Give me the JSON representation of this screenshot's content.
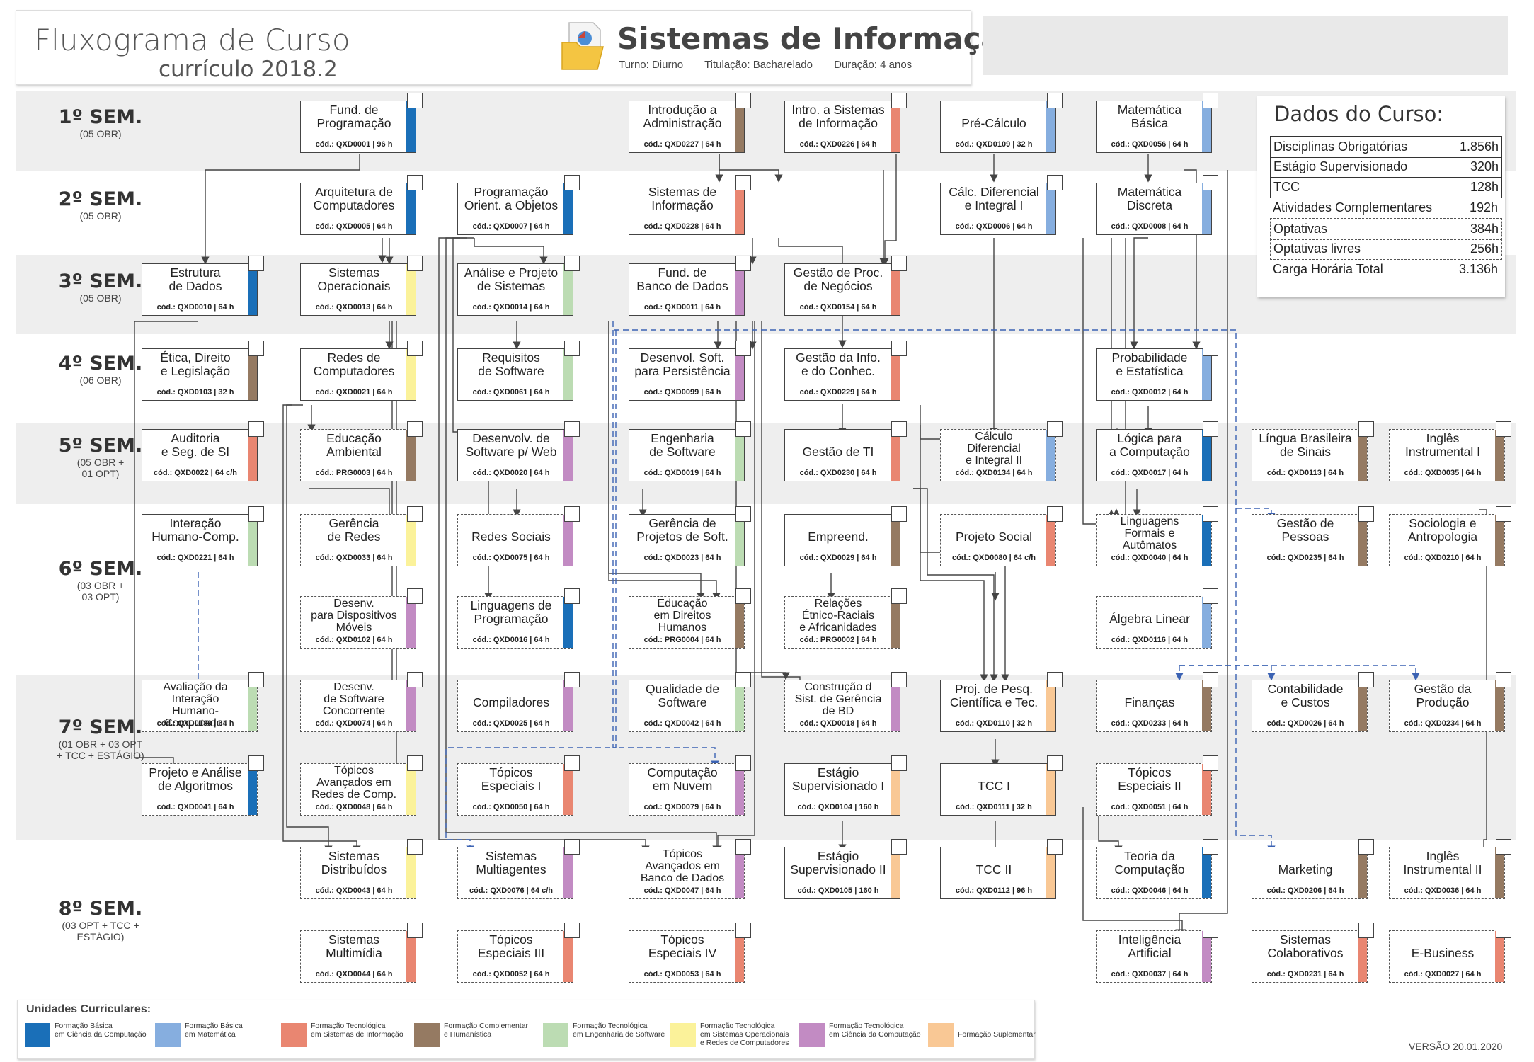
{
  "header": {
    "fluxograma": "Fluxograma de Curso",
    "curriculo": "currículo 2018.2",
    "course": "Sistemas de Informação",
    "turno": "Turno: Diurno",
    "titulacao": "Titulação: Bacharelado",
    "duracao": "Duração: 4 anos"
  },
  "colors": {
    "basica_cc": "#1a6fb8",
    "basica_mat": "#86aedf",
    "tec_si": "#e98671",
    "complementar": "#957a62",
    "tec_es": "#bcdcb3",
    "tec_so": "#fbf29a",
    "tec_cc": "#c28bc3",
    "suplementar": "#f9c895",
    "band": "#eeeeee"
  },
  "semesters": [
    {
      "name": "1º SEM.",
      "info": "(05 OBR)"
    },
    {
      "name": "2º SEM.",
      "info": "(05 OBR)"
    },
    {
      "name": "3º SEM.",
      "info": "(05 OBR)"
    },
    {
      "name": "4º SEM.",
      "info": "(06 OBR)"
    },
    {
      "name": "5º SEM.",
      "info": "(05 OBR +\n01 OPT)"
    },
    {
      "name": "6º SEM.",
      "info": "(03 OBR +\n03 OPT)"
    },
    {
      "name": "7º SEM.",
      "info": "(01 OBR + 03 OPT\n+ TCC + ESTÁGIO)"
    },
    {
      "name": "8º SEM.",
      "info": "(03 OPT + TCC +\nESTÁGIO)"
    }
  ],
  "courses": [
    {
      "id": "c1",
      "name": "Fund. de\nProgramação",
      "code": "cód.: QXD0001 | 96 h",
      "cat": "basica_cc",
      "opt": false
    },
    {
      "id": "c2",
      "name": "Introdução a\nAdministração",
      "code": "cód.: QXD0227 | 64 h",
      "cat": "complementar",
      "opt": false
    },
    {
      "id": "c3",
      "name": "Intro. a Sistemas\nde Informação",
      "code": "cód.: QXD0226 | 64 h",
      "cat": "tec_si",
      "opt": false
    },
    {
      "id": "c4",
      "name": "Pré-Cálculo",
      "code": "cód.: QXD0109 | 32 h",
      "cat": "basica_mat",
      "opt": false
    },
    {
      "id": "c5",
      "name": "Matemática\nBásica",
      "code": "cód.: QXD0056 | 64 h",
      "cat": "basica_mat",
      "opt": false
    },
    {
      "id": "c6",
      "name": "Arquitetura de\nComputadores",
      "code": "cód.: QXD0005 | 64 h",
      "cat": "basica_cc",
      "opt": false
    },
    {
      "id": "c7",
      "name": "Programação\nOrient. a Objetos",
      "code": "cód.: QXD0007 | 64 h",
      "cat": "basica_cc",
      "opt": false
    },
    {
      "id": "c8",
      "name": "Sistemas de\nInformação",
      "code": "cód.: QXD0228 | 64 h",
      "cat": "tec_si",
      "opt": false
    },
    {
      "id": "c9",
      "name": "Cálc. Diferencial\ne Integral I",
      "code": "cód.: QXD0006 | 64 h",
      "cat": "basica_mat",
      "opt": false
    },
    {
      "id": "c10",
      "name": "Matemática\nDiscreta",
      "code": "cód.: QXD0008 | 64 h",
      "cat": "basica_mat",
      "opt": false
    },
    {
      "id": "c11",
      "name": "Estrutura\nde Dados",
      "code": "cód.: QXD0010 | 64 h",
      "cat": "basica_cc",
      "opt": false
    },
    {
      "id": "c12",
      "name": "Sistemas\nOperacionais",
      "code": "cód.: QXD0013 | 64 h",
      "cat": "tec_so",
      "opt": false
    },
    {
      "id": "c13",
      "name": "Análise e Projeto\nde Sistemas",
      "code": "cód.: QXD0014 | 64 h",
      "cat": "tec_es",
      "opt": false
    },
    {
      "id": "c14",
      "name": "Fund. de\nBanco de Dados",
      "code": "cód.: QXD0011 | 64 h",
      "cat": "tec_cc",
      "opt": false
    },
    {
      "id": "c15",
      "name": "Gestão de Proc.\nde Negócios",
      "code": "cód.: QXD0154 | 64 h",
      "cat": "tec_si",
      "opt": false
    },
    {
      "id": "c16",
      "name": "Ética, Direito\ne Legislação",
      "code": "cód.: QXD0103 | 32 h",
      "cat": "complementar",
      "opt": false
    },
    {
      "id": "c17",
      "name": "Redes de\nComputadores",
      "code": "cód.: QXD0021 | 64 h",
      "cat": "tec_so",
      "opt": false
    },
    {
      "id": "c18",
      "name": "Requisitos\nde Software",
      "code": "cód.: QXD0061 | 64 h",
      "cat": "tec_es",
      "opt": false
    },
    {
      "id": "c19",
      "name": "Desenvol. Soft.\npara Persistência",
      "code": "cód.: QXD0099 | 64 h",
      "cat": "tec_cc",
      "opt": false
    },
    {
      "id": "c20",
      "name": "Gestão da Info.\ne do Conhec.",
      "code": "cód.: QXD0229 | 64 h",
      "cat": "tec_si",
      "opt": false
    },
    {
      "id": "c21",
      "name": "Probabilidade\ne Estatística",
      "code": "cód.: QXD0012 | 64 h",
      "cat": "basica_mat",
      "opt": false
    },
    {
      "id": "c22",
      "name": "Auditoria\ne Seg. de SI",
      "code": "cód.: QXD0022 | 64 c/h",
      "cat": "tec_si",
      "opt": false
    },
    {
      "id": "c23",
      "name": "Educação\nAmbiental",
      "code": "cód.: PRG0003 | 64 h",
      "cat": "complementar",
      "opt": true
    },
    {
      "id": "c24",
      "name": "Desenvolv. de\nSoftware p/ Web",
      "code": "cód.: QXD0020 | 64 h",
      "cat": "tec_cc",
      "opt": false
    },
    {
      "id": "c25",
      "name": "Engenharia\nde Software",
      "code": "cód.: QXD0019 | 64 h",
      "cat": "tec_es",
      "opt": false
    },
    {
      "id": "c26",
      "name": "Gestão de TI",
      "code": "cód.: QXD0230 | 64 h",
      "cat": "tec_si",
      "opt": false
    },
    {
      "id": "c27",
      "name": "Cálculo\nDiferencial\ne Integral II",
      "code": "cód.: QXD0134 | 64 h",
      "cat": "basica_mat",
      "opt": true
    },
    {
      "id": "c28",
      "name": "Lógica para\na Computação",
      "code": "cód.: QXD0017 | 64 h",
      "cat": "basica_cc",
      "opt": false
    },
    {
      "id": "c29",
      "name": "Língua Brasileira\nde Sinais",
      "code": "cód.: QXD0113 | 64 h",
      "cat": "complementar",
      "opt": true
    },
    {
      "id": "c30",
      "name": "Inglês\nInstrumental I",
      "code": "cód.: QXD0035 | 64 h",
      "cat": "complementar",
      "opt": true
    },
    {
      "id": "c31",
      "name": "Interação\nHumano-Comp.",
      "code": "cód.: QXD0221 | 64 h",
      "cat": "tec_es",
      "opt": false
    },
    {
      "id": "c32",
      "name": "Gerência\nde Redes",
      "code": "cód.: QXD0033 | 64 h",
      "cat": "tec_so",
      "opt": true
    },
    {
      "id": "c33",
      "name": "Redes Sociais",
      "code": "cód.: QXD0075 | 64 h",
      "cat": "tec_cc",
      "opt": true
    },
    {
      "id": "c34",
      "name": "Gerência de\nProjetos de Soft.",
      "code": "cód.: QXD0023 | 64 h",
      "cat": "tec_es",
      "opt": false
    },
    {
      "id": "c35",
      "name": "Empreend.",
      "code": "cód.: QXD0029 | 64 h",
      "cat": "complementar",
      "opt": false
    },
    {
      "id": "c36",
      "name": "Projeto Social",
      "code": "cód.: QXD0080 | 64 c/h",
      "cat": "tec_si",
      "opt": true
    },
    {
      "id": "c37",
      "name": "Linguagens\nFormais e\nAutômatos",
      "code": "cód.: QXD0040 | 64 h",
      "cat": "basica_cc",
      "opt": true
    },
    {
      "id": "c38",
      "name": "Gestão de\nPessoas",
      "code": "cód.: QXD0235 | 64 h",
      "cat": "complementar",
      "opt": true
    },
    {
      "id": "c39",
      "name": "Sociologia e\nAntropologia",
      "code": "cód.: QXD0210 | 64 h",
      "cat": "complementar",
      "opt": true
    },
    {
      "id": "c40",
      "name": "Desenv.\npara Dispositivos\nMóveis",
      "code": "cód.: QXD0102 | 64 h",
      "cat": "tec_cc",
      "opt": true
    },
    {
      "id": "c41",
      "name": "Linguagens de\nProgramação",
      "code": "cód.: QXD0016 | 64 h",
      "cat": "basica_cc",
      "opt": true
    },
    {
      "id": "c42",
      "name": "Educação\nem Direitos\nHumanos",
      "code": "cód.: PRG0004 | 64 h",
      "cat": "complementar",
      "opt": true
    },
    {
      "id": "c43",
      "name": "Relações\nÉtnico-Raciais\ne Africanidades",
      "code": "cód.: PRG0002 | 64 h",
      "cat": "complementar",
      "opt": true
    },
    {
      "id": "c44",
      "name": "Álgebra Linear",
      "code": "cód.: QXD0116 | 64 h",
      "cat": "basica_mat",
      "opt": true
    },
    {
      "id": "c45",
      "name": "Avaliação da\nInteração\nHumano-Computador",
      "code": "cód.: QXD0189 | 64 h",
      "cat": "tec_es",
      "opt": true
    },
    {
      "id": "c46",
      "name": "Desenv.\nde Software\nConcorrente",
      "code": "cód.: QXD0074 | 64 h",
      "cat": "tec_cc",
      "opt": true
    },
    {
      "id": "c47",
      "name": "Compiladores",
      "code": "cód.: QXD0025 | 64 h",
      "cat": "tec_cc",
      "opt": true
    },
    {
      "id": "c48",
      "name": "Qualidade de\nSoftware",
      "code": "cód.: QXD0042 | 64 h",
      "cat": "tec_es",
      "opt": true
    },
    {
      "id": "c49",
      "name": "Construção d\nSist. de Gerência\nde BD",
      "code": "cód.: QXD0018 | 64 h",
      "cat": "tec_cc",
      "opt": true
    },
    {
      "id": "c50",
      "name": "Proj. de Pesq.\nCientífica e Tec.",
      "code": "cód.: QXD0110 | 32 h",
      "cat": "suplementar",
      "opt": false
    },
    {
      "id": "c51",
      "name": "Finanças",
      "code": "cód.: QXD0233 | 64 h",
      "cat": "complementar",
      "opt": true
    },
    {
      "id": "c52",
      "name": "Contabilidade\ne Custos",
      "code": "cód.: QXD0026 | 64 h",
      "cat": "complementar",
      "opt": true
    },
    {
      "id": "c53",
      "name": "Gestão da\nProdução",
      "code": "cód.: QXD0234 | 64 h",
      "cat": "complementar",
      "opt": true
    },
    {
      "id": "c54",
      "name": "Projeto e Análise\nde Algoritmos",
      "code": "cód.: QXD0041 | 64 h",
      "cat": "basica_cc",
      "opt": true
    },
    {
      "id": "c55",
      "name": "Tópicos\nAvançados em\nRedes de Comp.",
      "code": "cód.: QXD0048 | 64 h",
      "cat": "tec_so",
      "opt": true
    },
    {
      "id": "c56",
      "name": "Tópicos\nEspeciais I",
      "code": "cód.: QXD0050 | 64 h",
      "cat": "tec_si",
      "opt": true
    },
    {
      "id": "c57",
      "name": "Computação\nem Nuvem",
      "code": "cód.: QXD0079 | 64 h",
      "cat": "tec_cc",
      "opt": true
    },
    {
      "id": "c58",
      "name": "Estágio\nSupervisionado I",
      "code": "cód.: QXD0104 | 160 h",
      "cat": "suplementar",
      "opt": false
    },
    {
      "id": "c59",
      "name": "TCC I",
      "code": "cód.: QXD0111 | 32 h",
      "cat": "suplementar",
      "opt": false
    },
    {
      "id": "c60",
      "name": "Tópicos\nEspeciais II",
      "code": "cód.: QXD0051 | 64 h",
      "cat": "tec_si",
      "opt": true
    },
    {
      "id": "c61",
      "name": "Sistemas\nDistribuídos",
      "code": "cód.: QXD0043 | 64 h",
      "cat": "tec_so",
      "opt": true
    },
    {
      "id": "c62",
      "name": "Sistemas\nMultiagentes",
      "code": "cód.: QXD0076 | 64 c/h",
      "cat": "tec_cc",
      "opt": true
    },
    {
      "id": "c63",
      "name": "Tópicos\nAvançados em\nBanco de Dados",
      "code": "cód.: QXD0047 | 64 h",
      "cat": "tec_cc",
      "opt": true
    },
    {
      "id": "c64",
      "name": "Estágio\nSupervisionado II",
      "code": "cód.: QXD0105 | 160 h",
      "cat": "suplementar",
      "opt": false
    },
    {
      "id": "c65",
      "name": "TCC II",
      "code": "cód.: QXD0112 | 96 h",
      "cat": "suplementar",
      "opt": false
    },
    {
      "id": "c66",
      "name": "Teoria da\nComputação",
      "code": "cód.: QXD0046 | 64 h",
      "cat": "basica_cc",
      "opt": true
    },
    {
      "id": "c67",
      "name": "Marketing",
      "code": "cód.: QXD0206 | 64 h",
      "cat": "complementar",
      "opt": true
    },
    {
      "id": "c68",
      "name": "Inglês\nInstrumental II",
      "code": "cód.: QXD0036 | 64 h",
      "cat": "complementar",
      "opt": true
    },
    {
      "id": "c69",
      "name": "Sistemas\nMultimídia",
      "code": "cód.: QXD0044 | 64 h",
      "cat": "tec_si",
      "opt": true
    },
    {
      "id": "c70",
      "name": "Tópicos\nEspeciais III",
      "code": "cód.: QXD0052 | 64 h",
      "cat": "tec_si",
      "opt": true
    },
    {
      "id": "c71",
      "name": "Tópicos\nEspeciais IV",
      "code": "cód.: QXD0053 | 64 h",
      "cat": "tec_si",
      "opt": true
    },
    {
      "id": "c72",
      "name": "Inteligência\nArtificial",
      "code": "cód.: QXD0037 | 64 h",
      "cat": "tec_cc",
      "opt": true
    },
    {
      "id": "c73",
      "name": "Sistemas\nColaborativos",
      "code": "cód.: QXD0231 | 64 h",
      "cat": "tec_si",
      "opt": true
    },
    {
      "id": "c74",
      "name": "E-Business",
      "code": "cód.: QXD0027 | 64  h",
      "cat": "tec_si",
      "opt": true
    }
  ],
  "dados": {
    "title": "Dados do Curso:",
    "rows": [
      {
        "k": "Disciplinas Obrigatórias",
        "v": "1.856h"
      },
      {
        "k": "Estágio Supervisionado",
        "v": "320h"
      },
      {
        "k": "TCC",
        "v": "128h"
      },
      {
        "k": "Atividades Complementares",
        "v": "192h"
      },
      {
        "k": "Optativas",
        "v": "384h"
      },
      {
        "k": "Optativas livres",
        "v": "256h"
      },
      {
        "k": "Carga Horária Total",
        "v": "3.136h"
      }
    ]
  },
  "legend": {
    "title": "Unidades Curriculares:",
    "items": [
      {
        "label": "Formação Básica\nem Ciência da Computação",
        "cat": "basica_cc"
      },
      {
        "label": "Formação Básica\nem Matemática",
        "cat": "basica_mat"
      },
      {
        "label": "Formação Tecnológica\nem Sistemas de Informação",
        "cat": "tec_si"
      },
      {
        "label": "Formação Complementar\ne Humanística",
        "cat": "complementar"
      },
      {
        "label": "Formação Tecnológica\nem Engenharia de Software",
        "cat": "tec_es"
      },
      {
        "label": "Formação Tecnológica\nem Sistemas Operacionais\ne Redes de Computadores",
        "cat": "tec_so"
      },
      {
        "label": "Formação Tecnológica\nem Ciência da Computação",
        "cat": "tec_cc"
      },
      {
        "label": "Formação Suplementar",
        "cat": "suplementar"
      }
    ]
  },
  "versao": "VERSÃO 20.01.2020"
}
